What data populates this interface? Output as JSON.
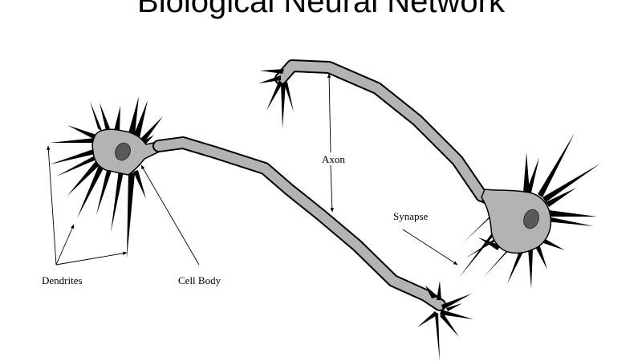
{
  "title": "Biological Neural Network",
  "labels": {
    "dendrites": "Dendrites",
    "cell_body": "Cell Body",
    "axon": "Axon",
    "synapse": "Synapse"
  },
  "colors": {
    "cell_fill": "#b3b3b3",
    "nucleus": "#595959",
    "outline": "#000000",
    "background": "#ffffff"
  }
}
